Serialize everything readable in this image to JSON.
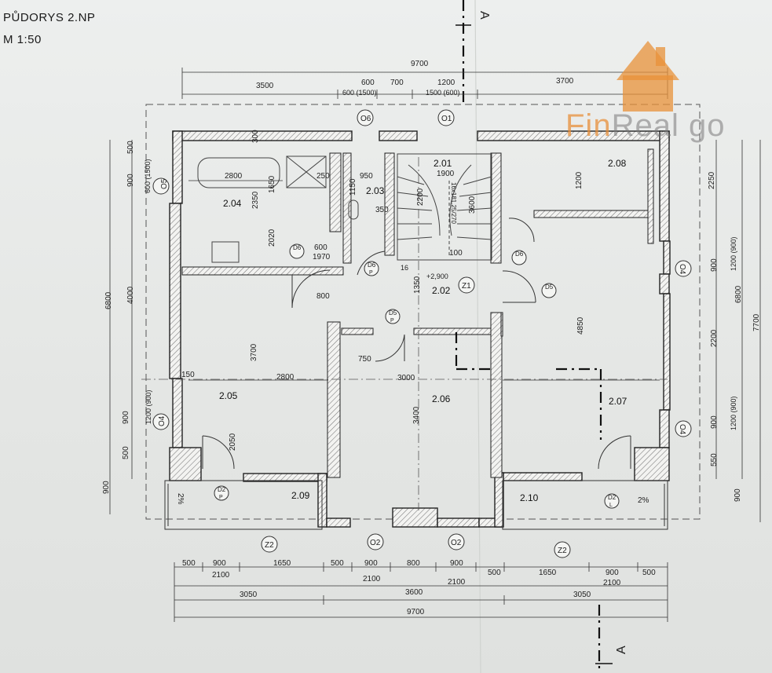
{
  "title_line1": "PŮDORYS 2.NP",
  "title_line2": "M 1:50",
  "logo": {
    "text_orange": "Fin",
    "text_gray": "Real go",
    "color_orange": "#e8913a",
    "color_gray": "#8a8a8a"
  },
  "section_marker": "A",
  "rooms": [
    {
      "id": "2.01"
    },
    {
      "id": "2.02"
    },
    {
      "id": "2.03"
    },
    {
      "id": "2.04"
    },
    {
      "id": "2.05"
    },
    {
      "id": "2.06"
    },
    {
      "id": "2.07"
    },
    {
      "id": "2.08"
    },
    {
      "id": "2.09"
    },
    {
      "id": "2.10"
    }
  ],
  "level_mark": "+2,900",
  "stair_label": "16x181,25/270",
  "stair_count": "16",
  "axes": {
    "o6": "O6",
    "o1": "O1",
    "o5": "O5",
    "o4": "O4",
    "o2": "O2",
    "z2": "Z2",
    "z1": "Z1"
  },
  "doors": {
    "d6": "D6",
    "d5": "D5",
    "d2": "D2",
    "p": "P",
    "l": "L"
  },
  "slope": "2%",
  "dims_top": [
    "9700",
    "3500",
    "600",
    "700",
    "1200",
    "3700",
    "600 (1500)",
    "1500 (600)"
  ],
  "dims_bottom_row1": [
    "500",
    "900",
    "1650",
    "500",
    "900",
    "800",
    "900",
    "500",
    "1650",
    "900",
    "500"
  ],
  "dims_bottom_row2": [
    "2100",
    "2100",
    "2100",
    "2100"
  ],
  "dims_bottom_row3": [
    "3050",
    "3600",
    "3050"
  ],
  "dims_bottom_total": "9700",
  "dims_left": [
    "500",
    "900",
    "600 (1500)",
    "6800",
    "4000",
    "900",
    "1200 (900)",
    "500",
    "900"
  ],
  "dims_right": [
    "2250",
    "900",
    "1200 (900)",
    "6800",
    "7700",
    "2200",
    "900",
    "1200 (900)",
    "550",
    "900"
  ],
  "dims_inner": [
    "150",
    "300",
    "2800",
    "250",
    "950",
    "1900",
    "2350",
    "1650",
    "2020",
    "1970",
    "600",
    "800",
    "1150",
    "350",
    "2200",
    "3600",
    "100",
    "3700",
    "2800",
    "3000",
    "3400",
    "4850",
    "750",
    "1350",
    "2050",
    "1200"
  ]
}
